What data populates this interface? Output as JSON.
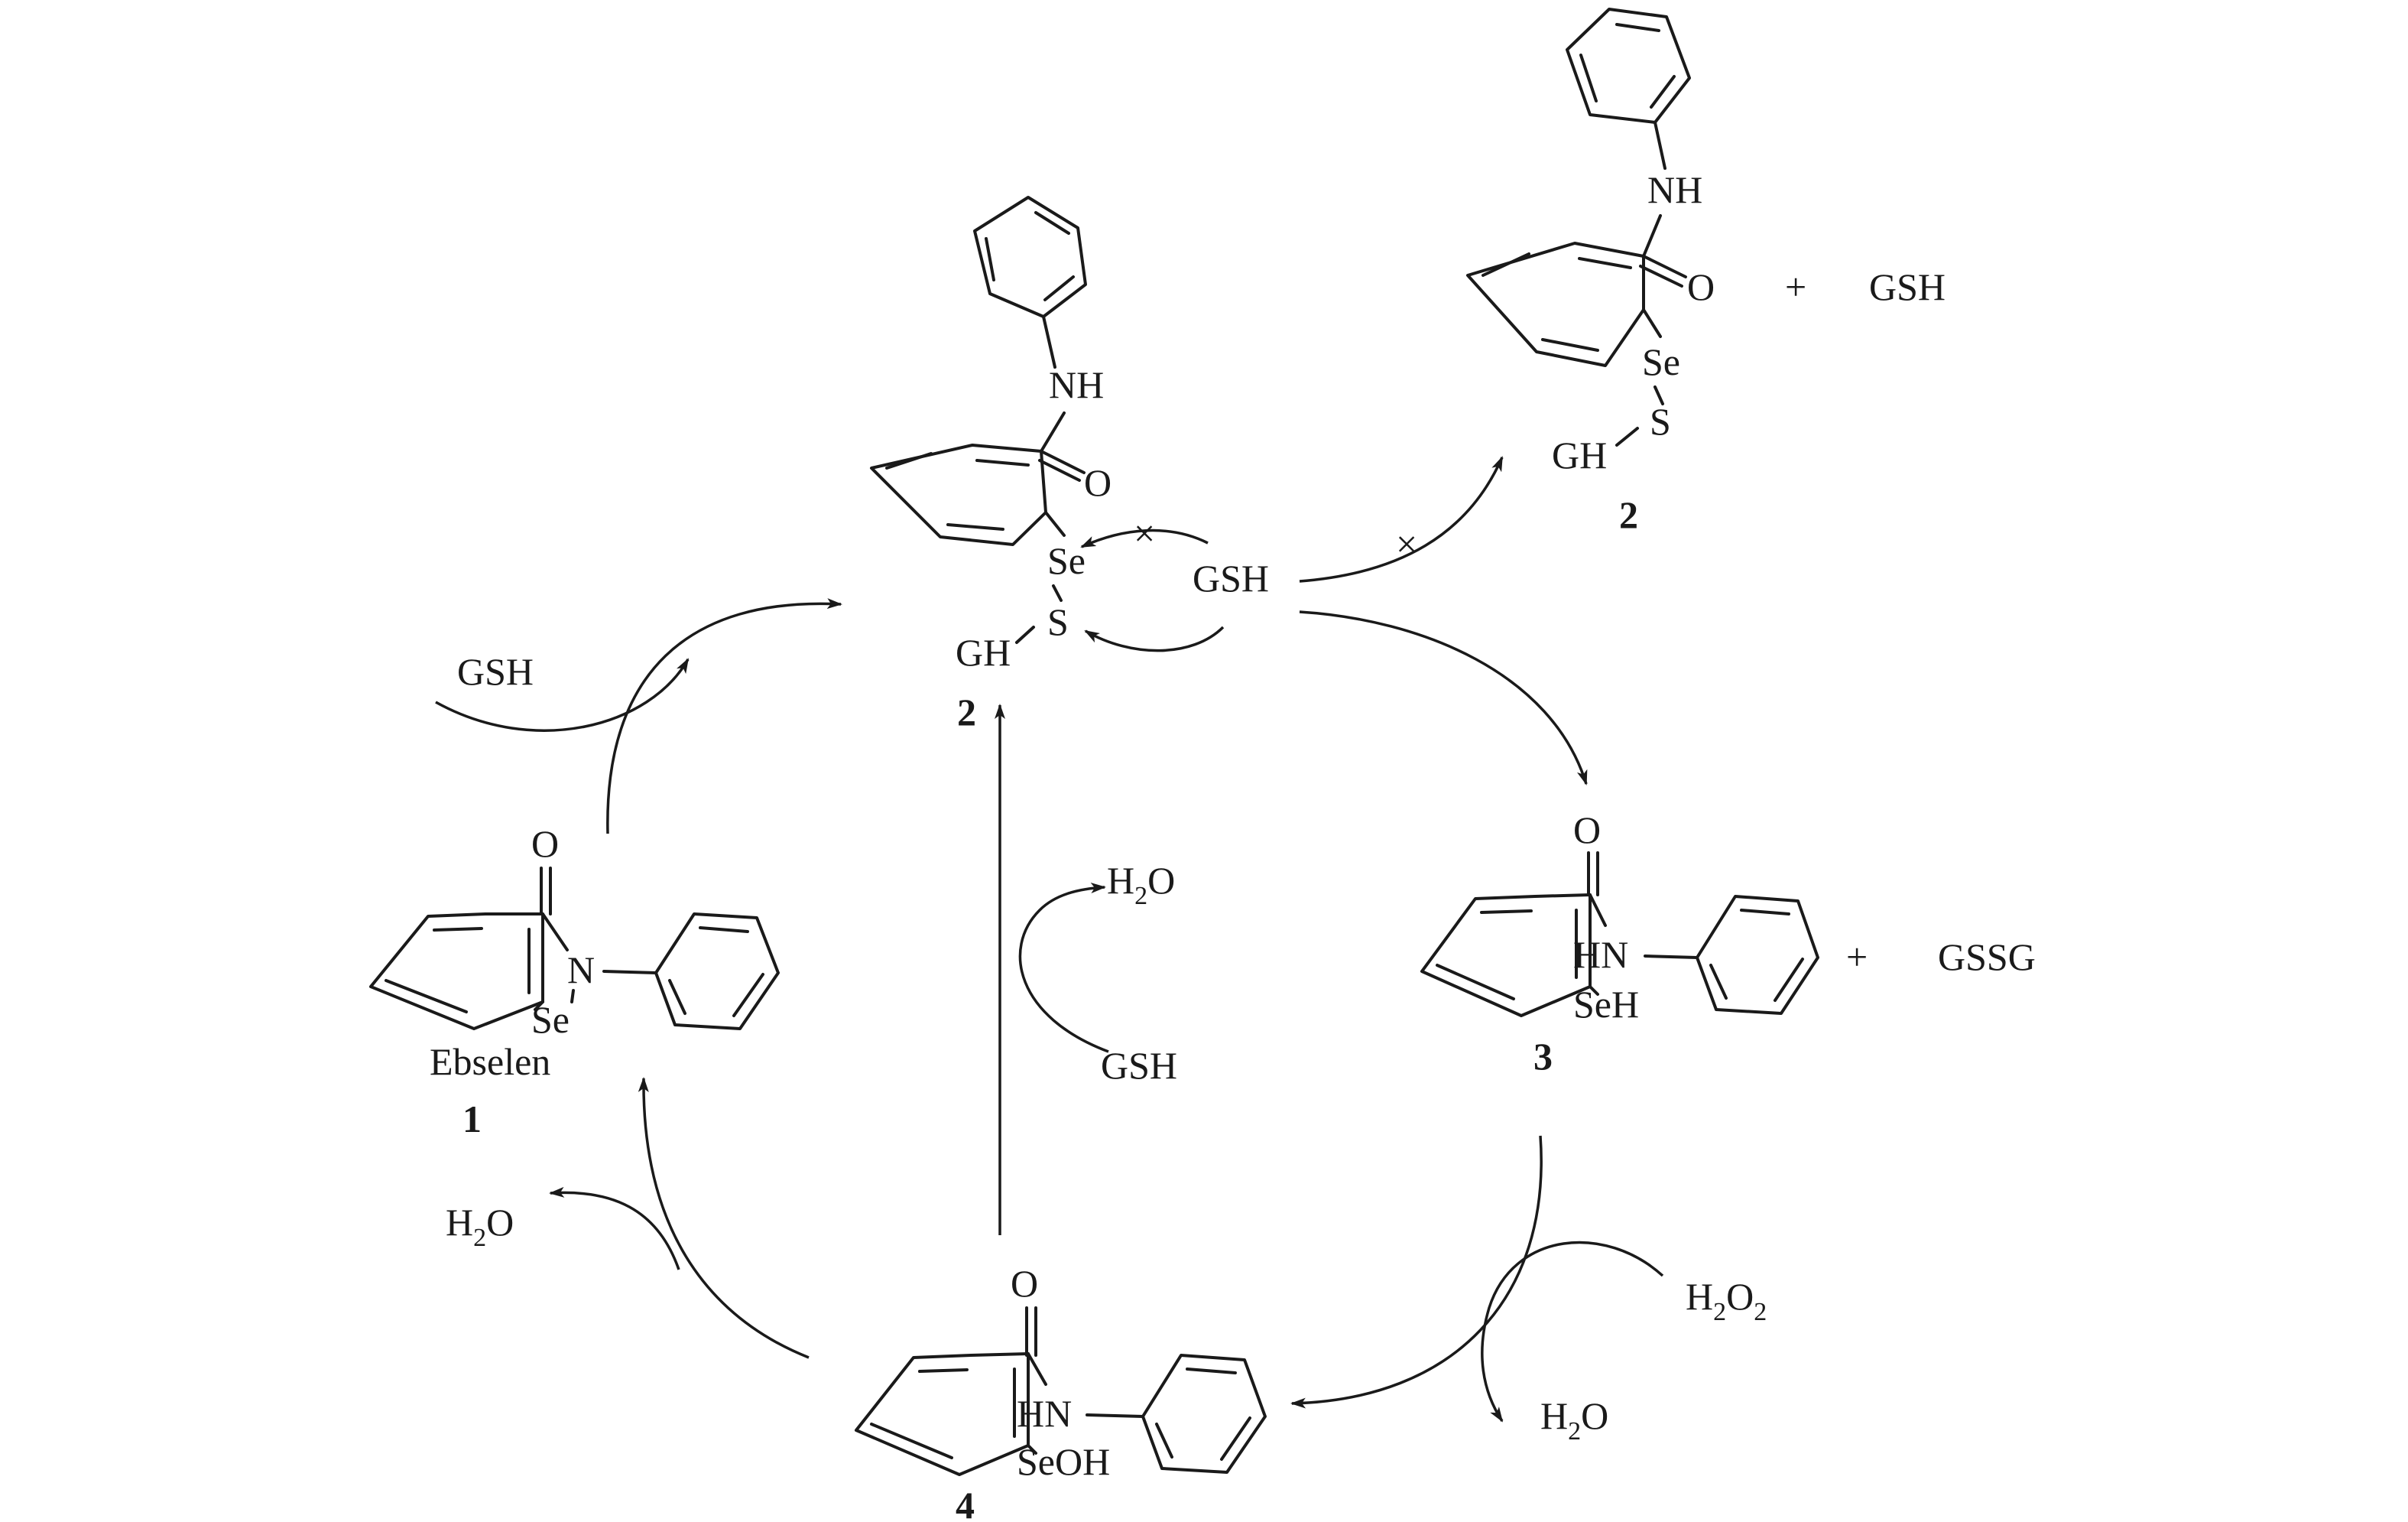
{
  "compound_ebselen": {
    "name": "Ebselen",
    "number": "1",
    "O": "O",
    "N": "N",
    "Se": "Se"
  },
  "compound_2_center": {
    "number": "2",
    "NH": "NH",
    "O": "O",
    "Se": "Se",
    "S": "S",
    "GH": "GH"
  },
  "compound_2_topright": {
    "number": "2",
    "NH": "NH",
    "O": "O",
    "Se": "Se",
    "S": "S",
    "GH": "GH",
    "plus": "+",
    "coproduct": "GSH"
  },
  "compound_3": {
    "number": "3",
    "O": "O",
    "HN": "HN",
    "SeH": "SeH",
    "plus": "+",
    "coproduct": "GSSG"
  },
  "compound_4": {
    "number": "4",
    "O": "O",
    "HN": "HN",
    "SeOH": "SeOH"
  },
  "reagents": {
    "gsh_to_2": "GSH",
    "gsh_attack": "GSH",
    "gsh_on_4": "GSH",
    "water_from_4": {
      "main": "H",
      "sub": "2",
      "tail": "O"
    },
    "water_from_4_to_1": {
      "main": "H",
      "sub": "2",
      "tail": "O"
    },
    "peroxide": {
      "main": "H",
      "sub1": "2",
      "mid": "O",
      "sub2": "2"
    },
    "water_from_peroxide": {
      "main": "H",
      "sub": "2",
      "tail": "O"
    }
  },
  "arrow_labels": {
    "blocked_mark": "×"
  }
}
